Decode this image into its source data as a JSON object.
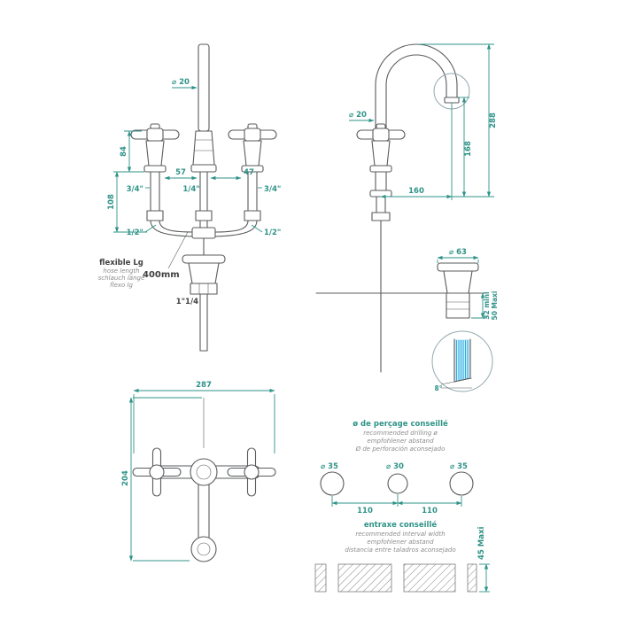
{
  "colors": {
    "dimension_accent": "#2f9388",
    "drawing_line": "#595b5d",
    "detail_blue": "#29abe2",
    "translation_gray": "#8c8c8c",
    "background": "#ffffff"
  },
  "front": {
    "spout_dia": "⌀ 20",
    "handle_height": "84",
    "body_height": "108",
    "offset_left": "57",
    "offset_right": "47",
    "center_thread": "1/4\"",
    "left_thread": "3/4\"",
    "right_thread": "3/4\"",
    "left_conn": "1/2\"",
    "right_conn": "1/2\"",
    "flexible_title": "flexible Lg",
    "flexible_en": "hose length",
    "flexible_de": "schlauch länge",
    "flexible_es": "flexo lg",
    "flexible_value": "400mm",
    "drain_thread": "1\"1/4"
  },
  "side": {
    "spout_dia": "⌀ 20",
    "total_height": "288",
    "spout_height": "168",
    "reach": "160",
    "drain_dia": "⌀ 63",
    "drain_min": "32 mini",
    "drain_max": "50 Maxi",
    "tip_angle": "8°"
  },
  "plan": {
    "width": "287",
    "depth": "204"
  },
  "drilling": {
    "title": "ø de perçage conseillé",
    "title_en": "recommended drilling ø",
    "title_de": "empfohlener abstand",
    "title_es": "Ø de perforación aconsejado",
    "hole_left": "⌀ 35",
    "hole_center": "⌀ 30",
    "hole_right": "⌀ 35",
    "spacing_left": "110",
    "spacing_right": "110",
    "interval_title": "entraxe conseillé",
    "interval_en": "recommended interval width",
    "interval_de": "empfohlener abstand",
    "interval_es": "distancia entre taladros aconsejado",
    "thickness_max": "45 Maxi"
  }
}
